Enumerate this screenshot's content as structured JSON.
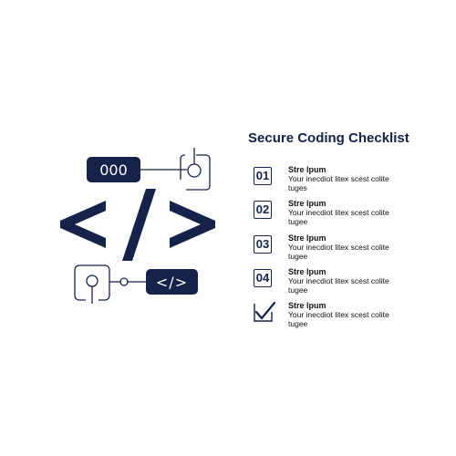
{
  "illustration": {
    "pill_top_text": "000",
    "pill_bottom_text": "</>",
    "main_glyph": "code-brackets-icon",
    "colors": {
      "navy": "#15224a",
      "line": "#15224a",
      "background": "#ffffff"
    }
  },
  "checklist": {
    "title": "Secure Coding Checklist",
    "items": [
      {
        "number": "01",
        "label": "Stre lpum",
        "desc": "Your inecdiot litex scest colite tuges"
      },
      {
        "number": "02",
        "label": "Stre lpum",
        "desc": "Your inecdiot litex scest colite tugee"
      },
      {
        "number": "03",
        "label": "Stre lpum",
        "desc": "Your inecdiot litex scest colite tugee"
      },
      {
        "number": "04",
        "label": "Stre lpum",
        "desc": "Your inecdiot litex scest colite tugee"
      },
      {
        "number": "",
        "icon": "checkmark-icon",
        "label": "Stre lpum",
        "desc": "Your inecdiot litex scest colite tugee"
      }
    ]
  }
}
